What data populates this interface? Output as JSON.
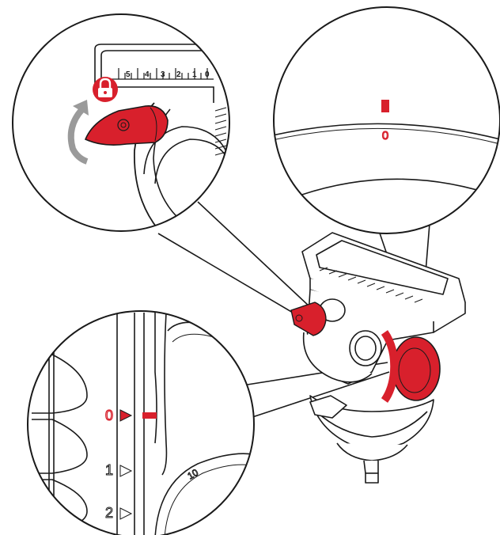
{
  "illustration": {
    "top_scale_ticks": [
      "5",
      "4",
      "3",
      "2",
      "1",
      "0"
    ],
    "bottom_scale_ticks": [
      "0",
      "1",
      "2"
    ],
    "top_right_mark": "0",
    "dial_mark": "10",
    "colors": {
      "accent_red": "#d8202c",
      "line": "#1a1a1a",
      "arrow_grey": "#9a9a9a",
      "background": "#ffffff"
    },
    "icons": [
      "lock-icon",
      "rotate-arrow-icon"
    ]
  }
}
